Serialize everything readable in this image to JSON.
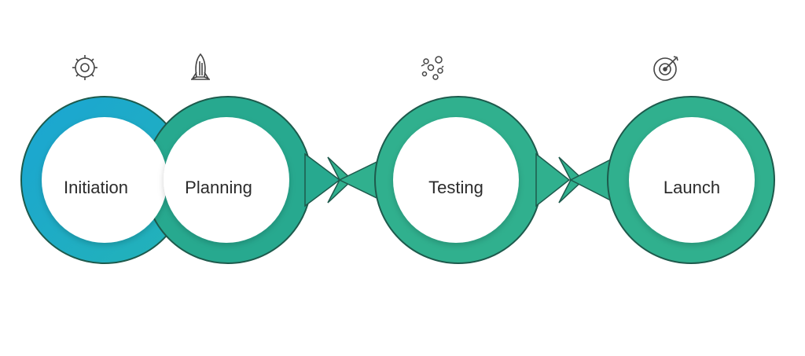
{
  "diagram": {
    "stages": [
      {
        "label": "Initiation",
        "icon": "gear-icon",
        "ring_color": "#1ba9cf"
      },
      {
        "label": "Planning",
        "icon": "rocket-icon",
        "ring_color": "#27a98f"
      },
      {
        "label": "Testing",
        "icon": "bug-cluster-icon",
        "ring_color": "#30b08e"
      },
      {
        "label": "Launch",
        "icon": "target-icon",
        "ring_color": "#30b08e"
      }
    ],
    "colors": {
      "outline": "#1d5a4c",
      "inner": "#ffffff",
      "icon": "#444444",
      "teal": "#30b08e",
      "blue": "#1ba9cf"
    }
  }
}
